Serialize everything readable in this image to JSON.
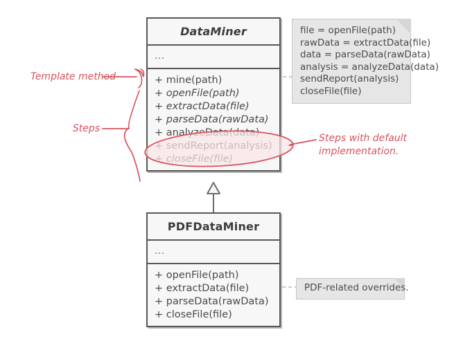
{
  "diagram": {
    "type": "uml-class-diagram",
    "title": "Template Method pattern - DataMiner",
    "colors": {
      "class_fill": "#f7f7f7",
      "class_border": "#575757",
      "note_fill": "#e6e6e6",
      "note_border": "#c6c6c6",
      "annotation_red": "#d9525c",
      "highlight_fill": "#f9e6e6",
      "text": "#4a4a4a",
      "connector_gray": "#b0b0b0"
    }
  },
  "classes": [
    {
      "id": "dataminer",
      "name": "DataMiner",
      "stereotype": "abstract",
      "attributes": "...",
      "methods": [
        {
          "label": "+ mine(path)",
          "abstract": false,
          "has_note_anchor": true
        },
        {
          "label": "+ openFile(path)",
          "abstract": true,
          "has_note_anchor": false
        },
        {
          "label": "+ extractData(file)",
          "abstract": true,
          "has_note_anchor": false
        },
        {
          "label": "+ parseData(rawData)",
          "abstract": true,
          "has_note_anchor": false
        },
        {
          "label": "+ analyzeData(data)",
          "abstract": false,
          "has_note_anchor": false
        },
        {
          "label": "+ sendReport(analysis)",
          "abstract": false,
          "has_note_anchor": false
        },
        {
          "label": "+ closeFile(file)",
          "abstract": true,
          "has_note_anchor": false
        }
      ]
    },
    {
      "id": "pdfdataminer",
      "name": "PDFDataMiner",
      "stereotype": "concrete",
      "attributes": "...",
      "methods": [
        {
          "label": "+ openFile(path)",
          "abstract": false
        },
        {
          "label": "+ extractData(file)",
          "abstract": false
        },
        {
          "label": "+ parseData(rawData)",
          "abstract": false
        },
        {
          "label": "+ closeFile(file)",
          "abstract": false
        }
      ]
    }
  ],
  "notes": [
    {
      "id": "mine-body-note",
      "lines": [
        "file = openFile(path)",
        "rawData = extractData(file)",
        "data = parseData(rawData)",
        "analysis = analyzeData(data)",
        "sendReport(analysis)",
        "closeFile(file)"
      ]
    },
    {
      "id": "pdf-overrides-note",
      "lines": [
        "PDF-related overrides."
      ]
    }
  ],
  "annotations": [
    {
      "id": "template-method",
      "text": "Template method",
      "side": "left"
    },
    {
      "id": "steps",
      "text": "Steps",
      "side": "left"
    },
    {
      "id": "steps-default",
      "line1": "Steps with default",
      "line2": "implementation.",
      "side": "right"
    }
  ],
  "relationships": [
    {
      "type": "generalization",
      "from": "PDFDataMiner",
      "to": "DataMiner",
      "arrow": "hollow-triangle"
    },
    {
      "type": "note-link",
      "from": "mine(path)",
      "to": "mine-body-note",
      "style": "dashed"
    },
    {
      "type": "note-link",
      "from": "PDFDataMiner",
      "to": "pdf-overrides-note",
      "style": "dashed"
    }
  ]
}
